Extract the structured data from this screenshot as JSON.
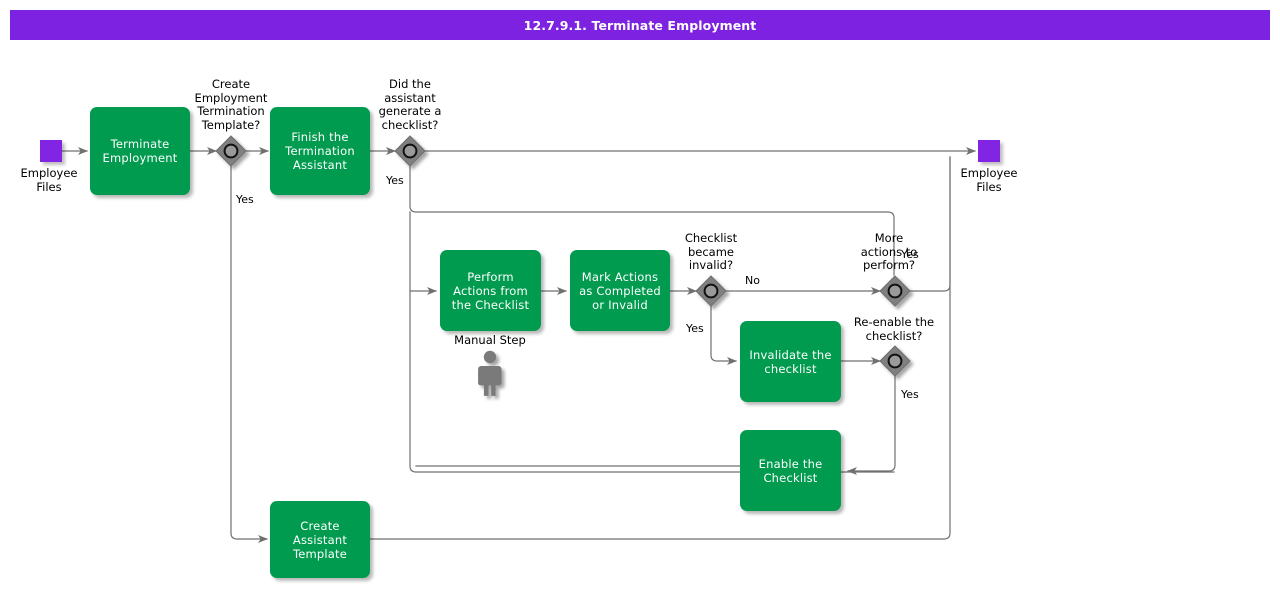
{
  "header": {
    "title": "12.7.9.1. Terminate Employment"
  },
  "colors": {
    "header_bg": "#7D22E0",
    "task_fill": "#009B4E",
    "task_text": "#FFFFFF",
    "event_fill": "#8224E3",
    "gateway_fill": "#808080",
    "connector": "#707070",
    "background": "#FFFFFF"
  },
  "diagram": {
    "type": "bpmn-flowchart",
    "events": [
      {
        "id": "start",
        "name": "start-event",
        "label": "Employee\nFiles"
      },
      {
        "id": "end",
        "name": "end-event",
        "label": "Employee\nFiles"
      }
    ],
    "tasks": [
      {
        "id": "t1",
        "label": "Terminate\nEmployment"
      },
      {
        "id": "t2",
        "label": "Finish the\nTermination\nAssistant"
      },
      {
        "id": "t3",
        "label": "Perform Actions\nfrom the\nChecklist",
        "annotation": "Manual Step",
        "icon": "person-icon"
      },
      {
        "id": "t4",
        "label": "Mark Actions as\nCompleted or\nInvalid"
      },
      {
        "id": "t5",
        "label": "Invalidate the\nchecklist"
      },
      {
        "id": "t6",
        "label": "Enable the\nChecklist"
      },
      {
        "id": "t7",
        "label": "Create Assistant\nTemplate"
      }
    ],
    "gateways": [
      {
        "id": "g1",
        "label": "Create\nEmployment\nTermination\nTemplate?"
      },
      {
        "id": "g2",
        "label": "Did the\nassistant\ngenerate a\nchecklist?"
      },
      {
        "id": "g3",
        "label": "Checklist\nbecame\ninvalid?"
      },
      {
        "id": "g4",
        "label": "More\nactions to\nperform?"
      },
      {
        "id": "g5",
        "label": "Re-enable the\nchecklist?"
      }
    ],
    "flow_labels": {
      "g1_yes": "Yes",
      "g2_yes": "Yes",
      "g3_no": "No",
      "g3_yes": "Yes",
      "g4_yes": "Yes",
      "g5_yes": "Yes"
    },
    "annotations": {
      "manual_step": "Manual Step"
    }
  }
}
